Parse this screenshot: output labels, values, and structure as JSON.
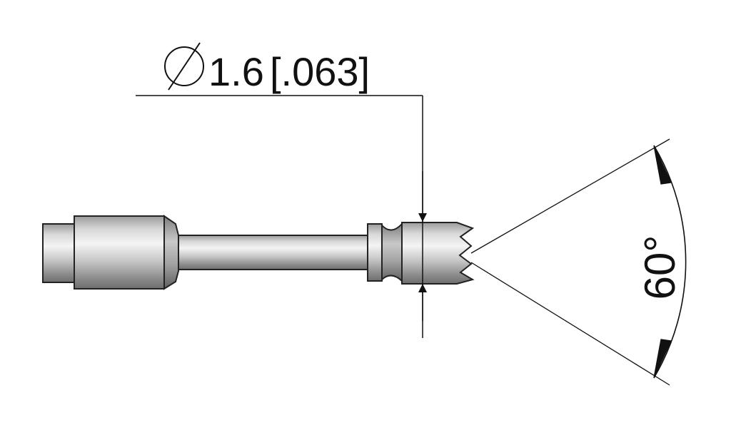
{
  "diameter_dimension": {
    "symbol": "⌀",
    "metric": "1.6",
    "imperial": "[.063]"
  },
  "angle_dimension": {
    "value": "60°"
  },
  "colors": {
    "line": "#111111",
    "metal_light": "#e8e8e8",
    "metal_mid": "#b9b9b9",
    "metal_dark": "#7a7a7a",
    "outline": "#222222"
  }
}
